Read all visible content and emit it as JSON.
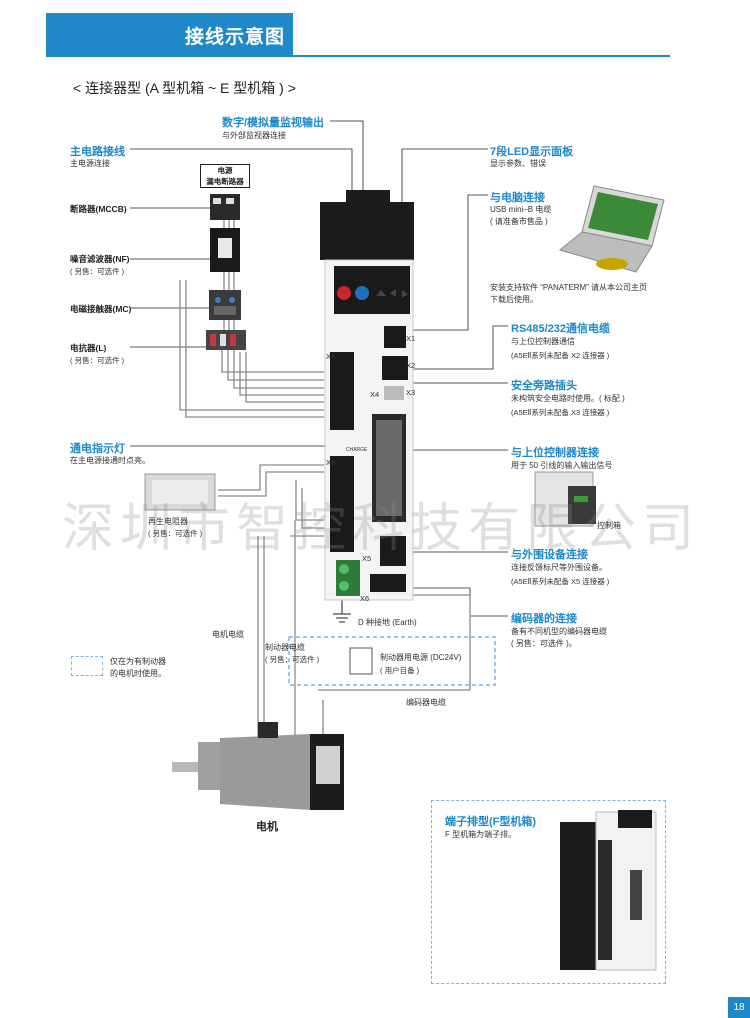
{
  "header": {
    "title": "接线示意图"
  },
  "subtitle": "< 连接器型 (A 型机箱 ~ E 型机箱 ) >",
  "watermark": "深圳市智控科技有限公司",
  "page_number": "18",
  "callouts": {
    "monitor_output": {
      "title": "数字/模拟量监视输出",
      "desc": "与外部监视器连接"
    },
    "main_power": {
      "title": "主电路接线",
      "desc": "主电源连接"
    },
    "led_panel": {
      "title": "7段LED显示面板",
      "desc": "显示参数、错误"
    },
    "pc_connect": {
      "title": "与电脑连接",
      "desc1": "USB mini–B 电缆",
      "desc2": "( 请准备市售品 )"
    },
    "software": {
      "line1": "安装支持软件 “PANATERM” 请从本公司主页",
      "line2": "下载后使用。"
    },
    "rs485": {
      "title": "RS485/232通信电缆",
      "desc": "与上位控制器通信",
      "note": "(A5EⅡ系列未配备 X2 连接器 )"
    },
    "safety": {
      "title": "安全旁路插头",
      "desc": "未构筑安全电路时使用。( 标配 )",
      "note": "(A5EⅡ系列未配备 X3 连接器 )"
    },
    "controller": {
      "title": "与上位控制器连接",
      "desc": "用于 50 引线的输入输出信号"
    },
    "charge_lamp": {
      "title": "通电指示灯",
      "desc": "在主电源接通时点亮。"
    },
    "peripheral": {
      "title": "与外围设备连接",
      "desc": "连接反馈标尺等外围设备。",
      "note": "(A5EⅡ系列未配备 X5 连接器 )"
    },
    "encoder": {
      "title": "编码器的连接",
      "desc": "备有不同机型的编码器电缆",
      "note": "( 另售：可选件 )。"
    }
  },
  "components": {
    "psu_line1": "电源",
    "psu_line2": "漏电断路器",
    "mccb": "断路器(MCCB)",
    "nf": "噪音滤波器(NF)",
    "nf_note": "( 另售：可选件 )",
    "mc": "电磁接触器(MC)",
    "reactor": "电抗器(L)",
    "reactor_note": "( 另售：可选件 )",
    "regen_resistor": "再生电阻器",
    "regen_note": "( 另售：可选件 )",
    "control_box": "控制箱",
    "ground": "D 种接地 (Earth)",
    "motor_cable": "电机电缆",
    "brake_cable": "制动器电缆",
    "brake_note": "( 另售：可选件 )",
    "brake_psu": "制动器用电源 (DC24V)",
    "brake_psu_note": "( 用户自备 )",
    "encoder_cable": "编码器电缆",
    "motor": "电机",
    "legend_line1": "仅在为有制动器",
    "legend_line2": "的电机时使用。"
  },
  "driver_labels": {
    "xa": "XA",
    "xb": "XB",
    "x1": "X1",
    "x2": "X2",
    "x3": "X3",
    "x4": "X4",
    "x5": "X5",
    "x6": "X6",
    "charge": "CHARGE"
  },
  "terminal": {
    "title": "端子排型(F型机箱)",
    "desc": "F 型机箱为端子排。"
  },
  "colors": {
    "accent": "#1e88c9",
    "text": "#231f20",
    "dash": "#7fb2dd"
  }
}
